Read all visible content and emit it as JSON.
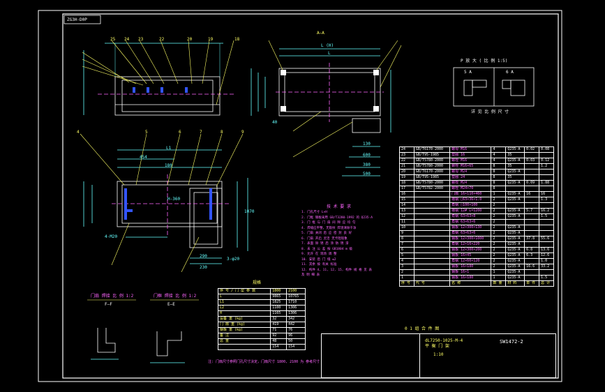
{
  "drawing": {
    "tag_top_left": "ZG3H-D0P",
    "section_label": "A—A",
    "note_title": "技 术 要 求",
    "notes": [
      "1. 门孔尺寸 L×H",
      "2. 门框 钢板采用 GB/T3280-1992 的 Q235-A",
      "3. 门 框 与 门 扇 间 隙 应 均 匀",
      "4. 焊缝应平整，无裂纹 焊渣清除干净",
      "5. 门扇 关闭 后 应 密 封 良 好",
      "6. 门扇 开启 灵活 无卡阻现象",
      "7. 表面 除 锈 后 涂 防 锈 漆",
      "8. 未 注 公 差 按 GB1804 m 级",
      "9. 允许 在 现场 调 整",
      "10. 安装 后 门 缝 ≤2",
      "11. 其余 按 有关 标准",
      "12. 构件 4, 11, 12, 15, 构件 规 格 见 表",
      "    及 明 细 表"
    ],
    "table_caption": "规格",
    "spec_table": {
      "headers": [
        "序 号 / 门 型 参 数",
        "1800",
        "2100"
      ],
      "rows": [
        [
          "L",
          "9865",
          "10765"
        ],
        [
          "L1",
          "1825",
          "1710"
        ],
        [
          "L2",
          "1100",
          "1306"
        ],
        [
          "H",
          "1165",
          "1306"
        ],
        [
          "设备 重 (kg)",
          "32",
          "342"
        ],
        [
          "门 扇 重 (kg)",
          "419",
          "442"
        ],
        [
          "钢板 重 (kg)",
          "71",
          "76"
        ],
        [
          "备 注",
          "92",
          "96"
        ],
        [
          "总 重",
          "48",
          "50"
        ],
        [
          "",
          "154",
          "154"
        ]
      ],
      "footnote": "注: 门扇尺寸参照门孔尺寸决定，门扇尺寸 1800, 2100 为 参考尺寸"
    },
    "parts_list": [
      [
        "24",
        "GB/T6170-2000",
        "螺母 M16",
        "4",
        "Q235-A",
        "0.02",
        "0.08"
      ],
      [
        "23",
        "GB/T95-1985",
        "垫圈 16",
        "4",
        "35",
        "",
        ""
      ],
      [
        "22",
        "GB/T5780-2000",
        "螺栓 M16",
        "4",
        "Q235-A",
        "0.03",
        "0.12"
      ],
      [
        "21",
        "GB/T5780-2000",
        "螺栓 M16×65",
        "8",
        "35",
        "",
        "1.2"
      ],
      [
        "20",
        "GB/T6170-2000",
        "螺母 M24",
        "8",
        "Q235-A",
        "",
        ""
      ],
      [
        "19",
        "GB/T95-1985",
        "垫圈 24",
        "8",
        "35",
        "",
        ""
      ],
      [
        "18",
        "GB/T5780-2000",
        "螺栓 M24",
        "8",
        "Q235-A",
        "0.09",
        "1.88"
      ],
      [
        "17",
        "GB/T5782-2000",
        "螺栓 M24×70",
        "8",
        "",
        "",
        ""
      ],
      [
        "16",
        "",
        "门扇 16×110×460",
        "1",
        "Q235-A",
        "16",
        "16"
      ],
      [
        "15",
        "",
        "槽钢 □63×36×1.0",
        "2",
        "Q235-A",
        "",
        "1.3"
      ],
      [
        "14",
        "",
        "角钢 □100×100",
        "2",
        "",
        "",
        ""
      ],
      [
        "13",
        "",
        "槽钢 12# L=1200",
        "2",
        "Q235-A",
        "5.7",
        "16.2"
      ],
      [
        "12",
        "",
        "角钢 63×63×8",
        "2",
        "Q235-A",
        "",
        "1.5"
      ],
      [
        "11",
        "",
        "角钢 63×63×6",
        "2",
        "",
        "",
        ""
      ],
      [
        "10",
        "",
        "钢板 12×300×130",
        "2",
        "Q235-A",
        "",
        ""
      ],
      [
        "9",
        "",
        "角钢 63×63×6",
        "2",
        "Q235-A",
        "",
        ""
      ],
      [
        "8",
        "",
        "钢板 12×300×1000",
        "2",
        "Q235-A",
        "37.8",
        "55.6"
      ],
      [
        "7",
        "",
        "角钢 12×16×220",
        "2",
        "Q235-A",
        "",
        ""
      ],
      [
        "6",
        "",
        "钢板 12×300×200",
        "2",
        "Q235-A",
        "6.8",
        "13.6"
      ],
      [
        "5",
        "",
        "钢板 16×45",
        "2",
        "Q235-A",
        "6.3",
        "12.6"
      ],
      [
        "4",
        "",
        "角钢 12×60×120",
        "2",
        "Q235-A",
        "",
        "1.0"
      ],
      [
        "3",
        "",
        "钢板 16×180",
        "2",
        "Q235-A",
        "16.6",
        "33.2"
      ],
      [
        "2",
        "",
        "钢板 16×1",
        "1",
        "Q235-A",
        "",
        ""
      ],
      [
        "1",
        "",
        "钢板 16×180",
        "1",
        "Q235-A",
        "",
        "1.5"
      ]
    ],
    "parts_header": [
      "序 号",
      "代 号",
      "名 称",
      "数 量",
      "材 料",
      "单 件",
      "总 计"
    ],
    "parts_footer": "0 1 组 合 件 图",
    "title_block": {
      "drawing_no": "SW1472-2",
      "name_cn": "平 衡 门 架",
      "spec": "dL7250-1025-M-4",
      "sheet": "1:10"
    },
    "view_labels": [
      "F—F",
      "E—E"
    ],
    "right_view_caption": "P 放 大 ( 比 例 1:5)",
    "right_view_sub": [
      "5 A",
      "6 A"
    ],
    "right_view_note": "详 见 比 例 尺 寸",
    "bottom_left_titles": [
      "门扇 焊接 比 例 1:2",
      "门框 焊接 比 例 1:2"
    ],
    "dims": {
      "top_left": [
        "25",
        "24",
        "23",
        "22",
        "20",
        "19",
        "18"
      ],
      "top_mid": [
        "L (H)",
        "L"
      ],
      "middle_left": [
        "4",
        "5",
        "6",
        "7",
        "8",
        "9"
      ],
      "mid_vals": [
        "L1",
        "454",
        "180",
        "H-360",
        "4-M20",
        "3-φ20",
        "290",
        "230",
        "1070",
        "130",
        "500",
        "380",
        "600",
        "40"
      ]
    }
  }
}
